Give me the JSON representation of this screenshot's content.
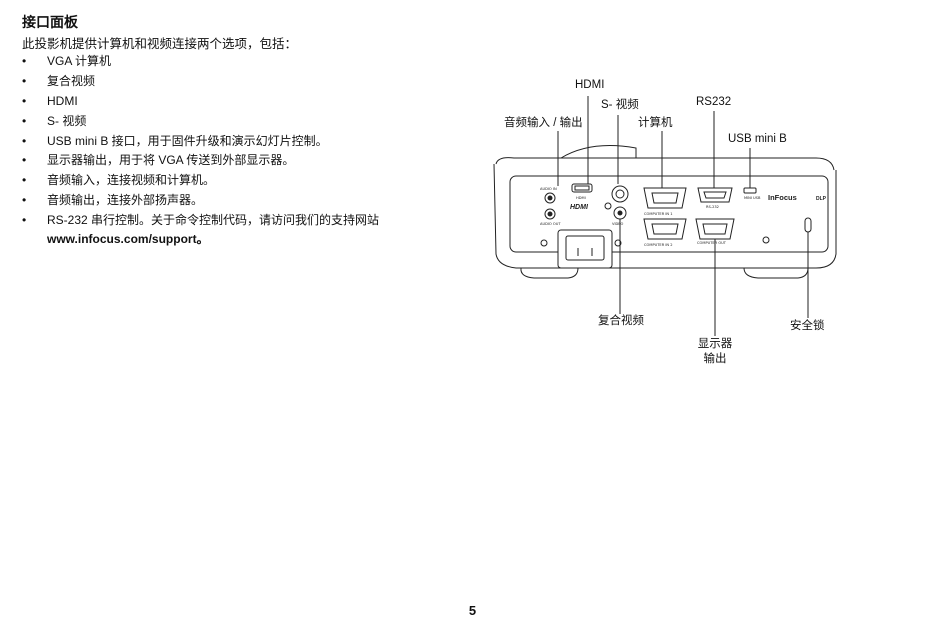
{
  "title": "接口面板",
  "intro": "此投影机提供计算机和视频连接两个选项，包括：",
  "bullet_char": "•",
  "features": [
    "VGA 计算机",
    "复合视频",
    "HDMI",
    "S- 视频",
    "USB mini B 接口，用于固件升级和演示幻灯片控制。",
    "显示器输出，用于将 VGA 传送到外部显示器。",
    "音频输入，连接视频和计算机。",
    "音频输出，连接外部扬声器。",
    "RS-232 串行控制。关于命令控制代码，请访问我们的支持网站"
  ],
  "support_url": "www.infocus.com/support",
  "url_suffix": "。",
  "callouts": {
    "hdmi": "HDMI",
    "svideo": "S- 视频",
    "rs232": "RS232",
    "audio": "音频输入 / 输出",
    "computer": "计算机",
    "usb": "USB mini B",
    "composite": "复合视频",
    "monitor_line1": "显示器",
    "monitor_line2": "输出",
    "lock": "安全锁"
  },
  "panel_labels": {
    "audio_in": "AUDIO IN",
    "audio_out": "AUDIO OUT",
    "hdmi_small": "HDMI",
    "hdmi_logo": "HDMI",
    "video": "VIDEO",
    "computer_in_1": "COMPUTER IN 1",
    "computer_in_2": "COMPUTER IN 2",
    "rs232_small": "RS-232",
    "computer_out": "COMPUTER OUT",
    "mini_usb": "MINI USB",
    "brand": "InFocus",
    "dlp": "DLP"
  },
  "page_number": "5"
}
